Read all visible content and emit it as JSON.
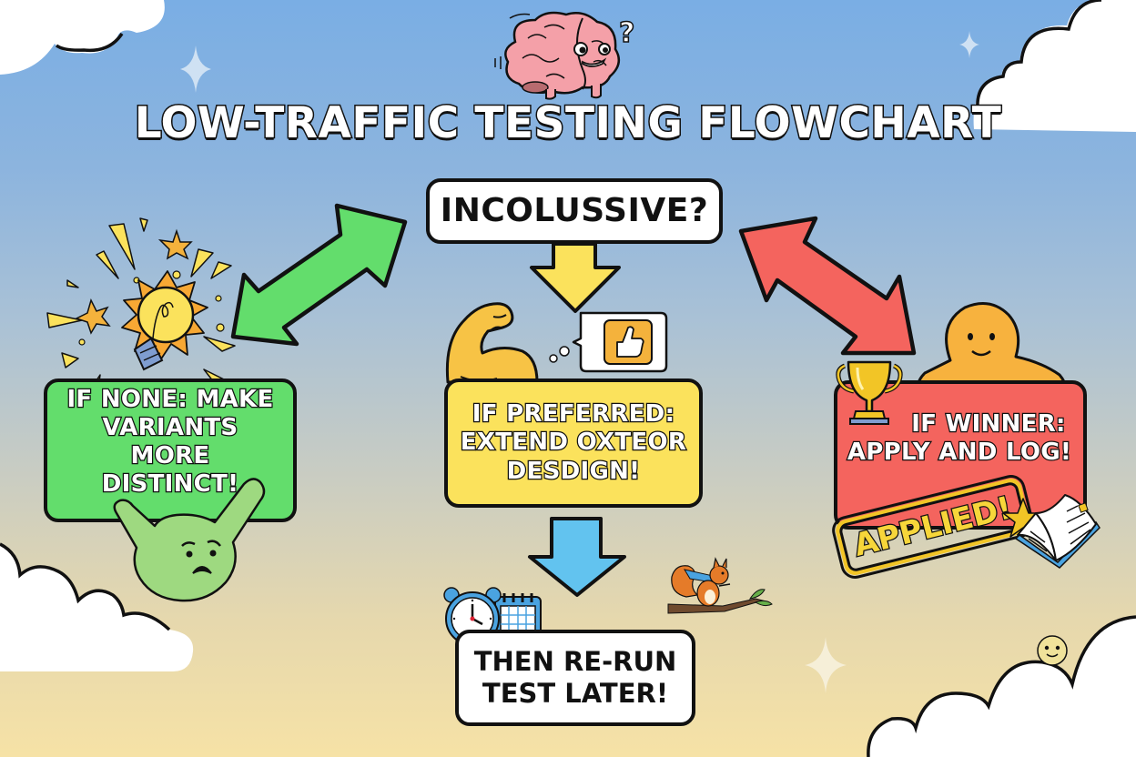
{
  "title": "LOW-TRAFFIC TESTING FLOWCHART",
  "colors": {
    "sky_top": "#7aaee4",
    "sky_bottom": "#f6e2a6",
    "green": "#63dd6c",
    "yellow": "#fbe25c",
    "red": "#f4645e",
    "blue": "#62c3ef",
    "outline": "#111111"
  },
  "nodes": {
    "question": {
      "label": "INCOLUSSIVE?"
    },
    "none": {
      "label": "IF NONE: MAKE VARIANTS MORE DISTINCT!",
      "lines": [
        "IF NONE: MAKE",
        "VARIANTS MORE",
        "DISTINCT!"
      ]
    },
    "preferred": {
      "label": "IF PREFERRED: EXTEND OXTEOR DESDIGN!",
      "lines": [
        "IF PREFERRED:",
        "EXTEND OXTEOR",
        "DESDIGN!"
      ]
    },
    "winner": {
      "label": "IF WINNER: APPLY AND LOG!",
      "lines": [
        "IF WINNER:",
        "APPLY AND LOG!"
      ]
    },
    "rerun": {
      "label": "THEN RE-RUN TEST LATER!",
      "lines": [
        "THEN RE-RUN",
        "TEST LATER!"
      ]
    }
  },
  "stamp": {
    "label": "APPLIED!"
  },
  "edges": [
    {
      "from": "question",
      "to": "none",
      "color": "green",
      "style": "double-arrow"
    },
    {
      "from": "question",
      "to": "preferred",
      "color": "yellow",
      "style": "down-arrow"
    },
    {
      "from": "question",
      "to": "winner",
      "color": "red",
      "style": "double-arrow"
    },
    {
      "from": "preferred",
      "to": "rerun",
      "color": "blue",
      "style": "down-arrow"
    }
  ],
  "illustrations": {
    "top": "confused-brain-icon",
    "question_mark": "?",
    "left": "lightbulb-icon",
    "left_character": "worried-green-blob-icon",
    "middle": "flexed-arm-icon",
    "middle_bubble": "thumbs-up-icon",
    "right": "trophy-icon",
    "right_character": "smiling-orange-blob-icon",
    "right_book": "open-book-icon",
    "bottom": "alarm-clock-icon",
    "bottom_calendar": "calendar-icon",
    "squirrel": "superhero-squirrel-icon"
  }
}
